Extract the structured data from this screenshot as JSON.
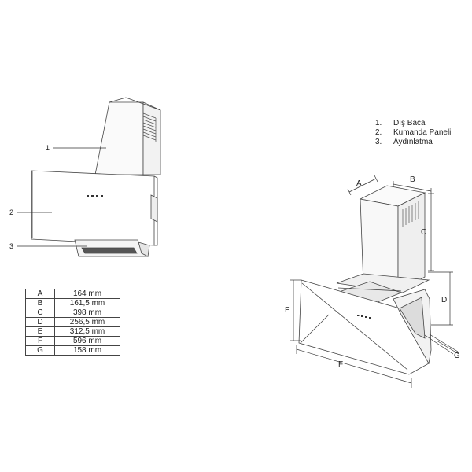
{
  "legend": [
    {
      "num": "1.",
      "text": "Dış Baca"
    },
    {
      "num": "2.",
      "text": "Kumanda Paneli"
    },
    {
      "num": "3.",
      "text": "Aydınlatma"
    }
  ],
  "callouts": [
    "1",
    "2",
    "3"
  ],
  "dimension_letters": [
    "A",
    "B",
    "C",
    "D",
    "E",
    "F",
    "G"
  ],
  "table": [
    {
      "key": "A",
      "value": "164 mm"
    },
    {
      "key": "B",
      "value": "161,5 mm"
    },
    {
      "key": "C",
      "value": "398 mm"
    },
    {
      "key": "D",
      "value": "256,5 mm"
    },
    {
      "key": "E",
      "value": "312,5 mm"
    },
    {
      "key": "F",
      "value": "596 mm"
    },
    {
      "key": "G",
      "value": "158 mm"
    }
  ]
}
